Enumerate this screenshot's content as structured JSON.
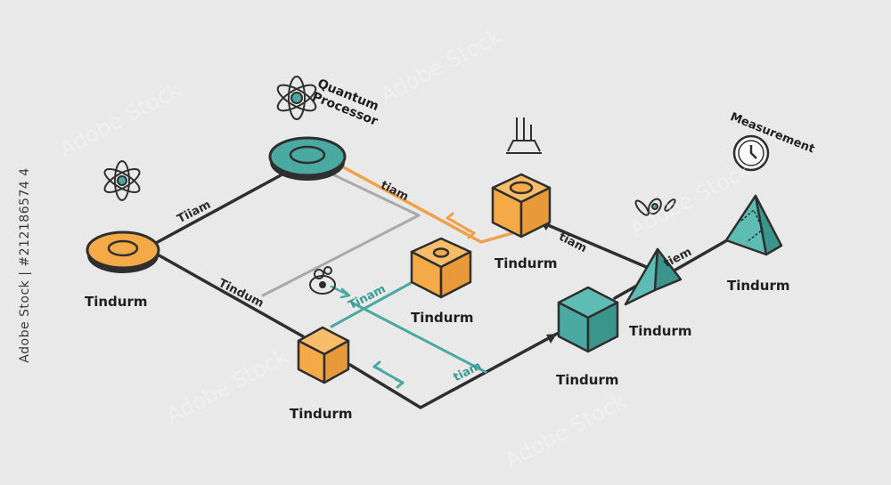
{
  "colors": {
    "background": "#e9e9e9",
    "orange": "#f5aa48",
    "teal": "#4aa9a1",
    "line_dark": "#2f2f2f",
    "line_gray": "#a9a9a9",
    "line_orange": "#f0a24a",
    "line_teal": "#4aa9a1"
  },
  "titles": {
    "quantum_processor": "Quantum\nProcessor",
    "measurement": "Measurement"
  },
  "nodes": {
    "orange_disc": "Tindurm",
    "orange_cube_small": "Tindurm",
    "orange_cube_mid": "Tindurm",
    "orange_cube_top": "Tindurm",
    "teal_cube": "Tindurm",
    "teal_pyramid_mid": "Tindurm",
    "teal_pyramid_right": "Tindurm"
  },
  "edge_labels": {
    "tiam_left": "Tiiam",
    "tindum_left": "Tindum",
    "tiam_orange": "tiam",
    "tinam_teal": "Tinam",
    "tiam_teal": "tiam",
    "tiam_right": "tiam",
    "tiem_right": "tiem"
  },
  "watermark": {
    "text": "Adobe Stock",
    "id": "#212186574 4"
  },
  "icons": [
    "atom-icon",
    "atom-icon",
    "quantum-spin-icon",
    "measurement-clock-icon",
    "particle-icon",
    "flask-icon"
  ]
}
